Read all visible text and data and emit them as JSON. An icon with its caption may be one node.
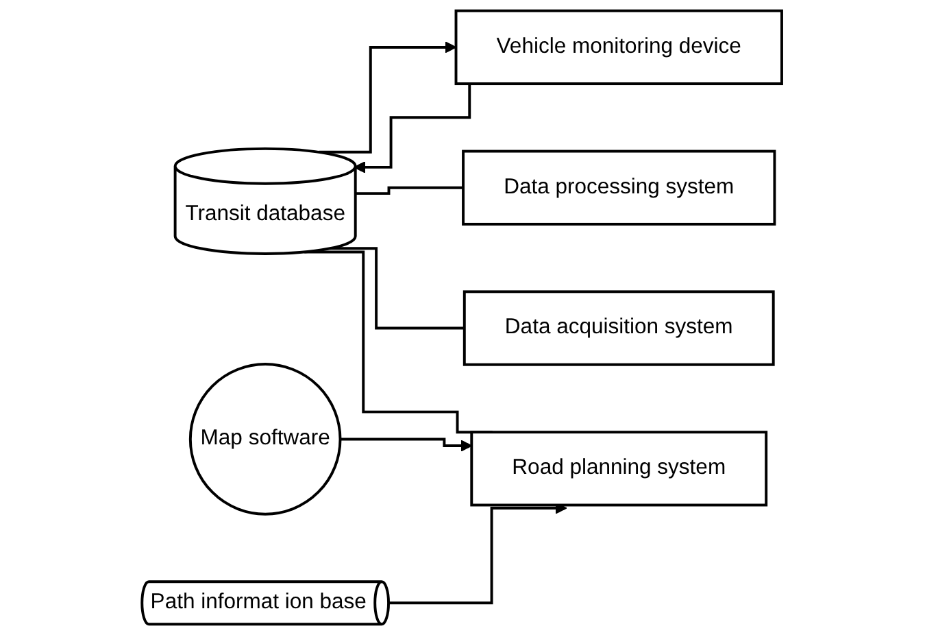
{
  "diagram": {
    "nodes": [
      {
        "text": [
          "Transit database"
        ]
      },
      {
        "text": [
          "Data acquisition system"
        ]
      },
      {
        "text": [
          "Data processing system"
        ]
      },
      {
        "text": [
          "Road planning system"
        ]
      },
      {
        "text": [
          "Vehicle monitoring device"
        ]
      },
      {
        "text": [
          "Map software"
        ]
      },
      {
        "text": [
          "Path informat ion base"
        ]
      }
    ],
    "edges": [
      {
        "from": 0,
        "to": 1,
        "arrow": "none"
      },
      {
        "from": 0,
        "to": 2,
        "arrow": "none"
      },
      {
        "from": 0,
        "to": 3,
        "arrow": "none"
      },
      {
        "from": 0,
        "to": 4,
        "arrow": "to"
      },
      {
        "from": 4,
        "to": 0,
        "arrow": "to"
      },
      {
        "from": 5,
        "to": 3,
        "arrow": "to"
      },
      {
        "from": 6,
        "to": 3,
        "arrow": "to"
      }
    ]
  }
}
